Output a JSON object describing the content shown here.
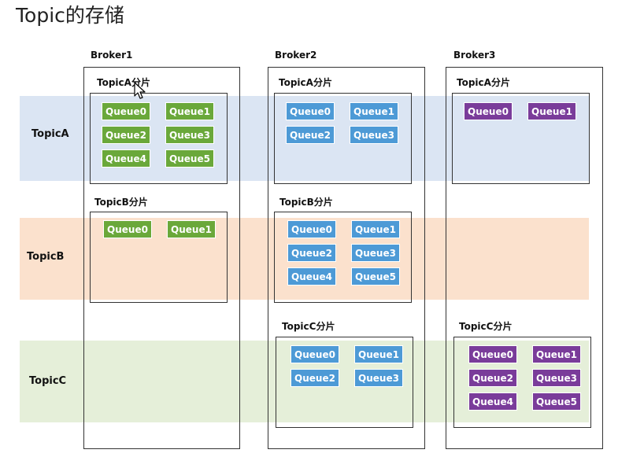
{
  "title": "Topic的存储",
  "topics": [
    "TopicA",
    "TopicB",
    "TopicC"
  ],
  "brokers": [
    "Broker1",
    "Broker2",
    "Broker3"
  ],
  "shards": {
    "b1a": "TopicA分片",
    "b1b": "TopicB分片",
    "b2a": "TopicA分片",
    "b2b": "TopicB分片",
    "b2c": "TopicC分片",
    "b3a": "TopicA分片",
    "b3c": "TopicC分片"
  },
  "queues": {
    "b1a": [
      "Queue0",
      "Queue1",
      "Queue2",
      "Queue3",
      "Queue4",
      "Queue5"
    ],
    "b1b": [
      "Queue0",
      "Queue1"
    ],
    "b2a": [
      "Queue0",
      "Queue1",
      "Queue2",
      "Queue3"
    ],
    "b2b": [
      "Queue0",
      "Queue1",
      "Queue2",
      "Queue3",
      "Queue4",
      "Queue5"
    ],
    "b2c": [
      "Queue0",
      "Queue1",
      "Queue2",
      "Queue3"
    ],
    "b3a": [
      "Queue0",
      "Queue1"
    ],
    "b3c": [
      "Queue0",
      "Queue1",
      "Queue2",
      "Queue3",
      "Queue4",
      "Queue5"
    ]
  },
  "colors": {
    "green": "#6aa83a",
    "blue": "#4d9ad6",
    "purple": "#7a3c9a",
    "bandA": "#dbe5f3",
    "bandB": "#fbe1cd",
    "bandC": "#e5efd9"
  }
}
